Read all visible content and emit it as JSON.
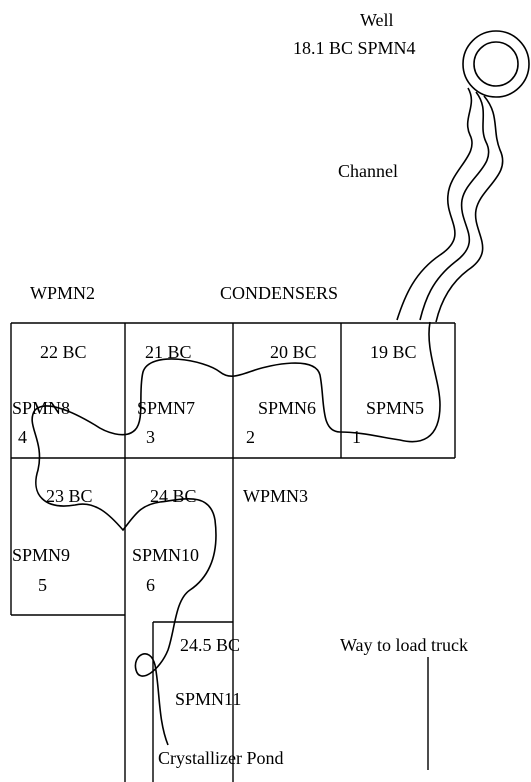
{
  "diagram": {
    "well": {
      "title": "Well",
      "info": "18.1 BC  SPMN4"
    },
    "channel_label": "Channel",
    "headers": {
      "left": "WPMN2",
      "right": "CONDENSERS"
    },
    "ponds": {
      "p22": "22 BC",
      "p21": "21 BC",
      "p20": "20 BC",
      "p19": "19 BC",
      "spmn8": "SPMN8",
      "spmn7": "SPMN7",
      "spmn6": "SPMN6",
      "spmn5": "SPMN5",
      "n4": "4",
      "n3": "3",
      "n2": "2",
      "n1": "1",
      "p23": "23 BC",
      "p24": "24 BC",
      "wpmn3": "WPMN3",
      "spmn9": "SPMN9",
      "spmn10": "SPMN10",
      "n5": "5",
      "n6": "6",
      "p245": "24.5 BC",
      "spmn11": "SPMN11",
      "crystallizer": "Crystallizer Pond"
    },
    "truck_label": "Way to load truck",
    "colors": {
      "ink": "#000000",
      "background": "#ffffff"
    }
  }
}
